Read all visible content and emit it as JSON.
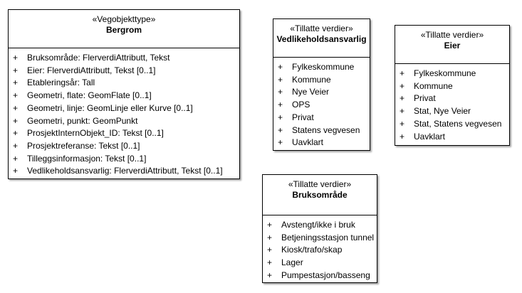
{
  "boxes": {
    "bergrom": {
      "stereotype": "«Vegobjekttype»",
      "name": "Bergrom",
      "attributes": [
        {
          "marker": "+",
          "text": "Bruksområde: FlerverdiAttributt, Tekst"
        },
        {
          "marker": "+",
          "text": "Eier: FlerverdiAttributt, Tekst [0..1]"
        },
        {
          "marker": "+",
          "text": "Etableringsår: Tall"
        },
        {
          "marker": "+",
          "text": "Geometri, flate: GeomFlate [0..1]"
        },
        {
          "marker": "+",
          "text": "Geometri, linje: GeomLinje eller Kurve [0..1]"
        },
        {
          "marker": "+",
          "text": "Geometri, punkt: GeomPunkt"
        },
        {
          "marker": "+",
          "text": "ProsjektInternObjekt_ID: Tekst [0..1]"
        },
        {
          "marker": "+",
          "text": "Prosjektreferanse: Tekst [0..1]"
        },
        {
          "marker": "+",
          "text": "Tilleggsinformasjon: Tekst [0..1]"
        },
        {
          "marker": "+",
          "text": "Vedlikeholdsansvarlig: FlerverdiAttributt, Tekst [0..1]"
        }
      ]
    },
    "vedlikeholdsansvarlig": {
      "stereotype": "«Tillatte verdier»",
      "name": "Vedlikeholdsansvarlig",
      "attributes": [
        {
          "marker": "+",
          "text": "Fylkeskommune"
        },
        {
          "marker": "+",
          "text": "Kommune"
        },
        {
          "marker": "+",
          "text": "Nye Veier"
        },
        {
          "marker": "+",
          "text": "OPS"
        },
        {
          "marker": "+",
          "text": "Privat"
        },
        {
          "marker": "+",
          "text": "Statens vegvesen"
        },
        {
          "marker": "+",
          "text": "Uavklart"
        }
      ]
    },
    "eier": {
      "stereotype": "«Tillatte verdier»",
      "name": "Eier",
      "attributes": [
        {
          "marker": "+",
          "text": "Fylkeskommune"
        },
        {
          "marker": "+",
          "text": "Kommune"
        },
        {
          "marker": "+",
          "text": "Privat"
        },
        {
          "marker": "+",
          "text": "Stat, Nye Veier"
        },
        {
          "marker": "+",
          "text": "Stat, Statens vegvesen"
        },
        {
          "marker": "+",
          "text": "Uavklart"
        }
      ]
    },
    "bruksomrade": {
      "stereotype": "«Tillatte verdier»",
      "name": "Bruksområde",
      "attributes": [
        {
          "marker": "+",
          "text": "Avstengt/ikke i bruk"
        },
        {
          "marker": "+",
          "text": "Betjeningsstasjon tunnel"
        },
        {
          "marker": "+",
          "text": "Kiosk/trafo/skap"
        },
        {
          "marker": "+",
          "text": "Lager"
        },
        {
          "marker": "+",
          "text": "Pumpestasjon/basseng"
        }
      ]
    }
  }
}
